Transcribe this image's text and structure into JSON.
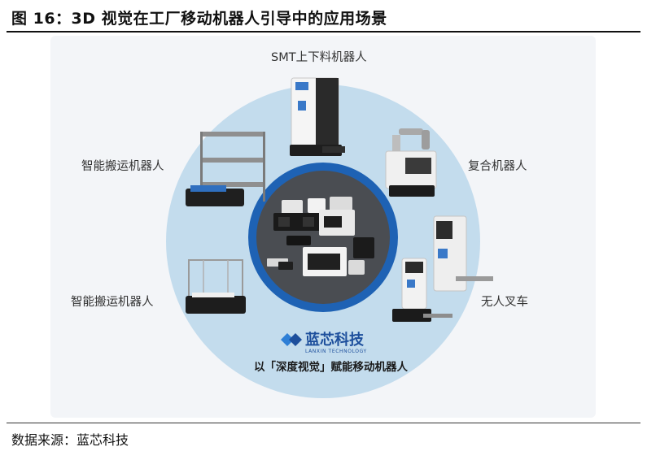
{
  "figure": {
    "title": "图 16：3D 视觉在工厂移动机器人引导中的应用场景",
    "source": "数据来源：蓝芯科技"
  },
  "diagram": {
    "center_labels": {
      "brand_name": "蓝芯科技",
      "brand_subtitle": "LANXIN TECHNOLOGY",
      "slogan": "以「深度视觉」赋能移动机器人"
    },
    "scenes": [
      {
        "id": "smt",
        "label": "SMT上下料机器人"
      },
      {
        "id": "compound",
        "label": "复合机器人"
      },
      {
        "id": "forklift",
        "label": "无人叉车"
      },
      {
        "id": "handling-top",
        "label": "智能搬运机器人"
      },
      {
        "id": "handling-bottom",
        "label": "智能搬运机器人"
      }
    ],
    "colors": {
      "outer_ring": "#c3dced",
      "inner_ring": "#1e62b4",
      "center_bg": "#4a4d52",
      "brand": "#1d4f9c"
    }
  }
}
